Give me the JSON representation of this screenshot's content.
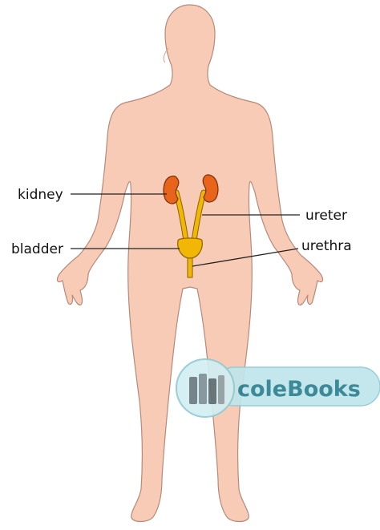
{
  "labels": {
    "kidney": "kidney",
    "ureter": "ureter",
    "bladder": "bladder",
    "urethra": "urethra"
  },
  "watermark": {
    "text": "coleBooks",
    "icon": "books-icon"
  },
  "colors": {
    "skin": "#f8cbb6",
    "skin_outline": "#b58a7a",
    "kidney": "#e8641b",
    "urinary_tract": "#f2b705",
    "watermark_bg": "#bfe6ec",
    "watermark_text": "#2c7f8f"
  }
}
